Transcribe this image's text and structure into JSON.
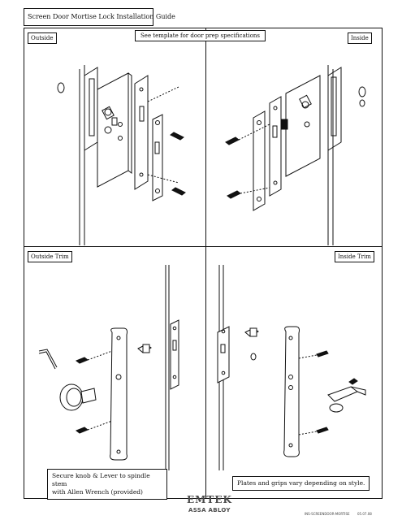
{
  "title": "Screen Door Mortise Lock Installation Guide",
  "panels": {
    "top_left_label": "Outside",
    "top_center_label": "See template for door prep specifications",
    "top_right_label": "Inside",
    "bottom_left_label": "Outside Trim",
    "bottom_right_label": "Inside Trim"
  },
  "notes": {
    "left": "Secure knob & Lever to spindle stem\n with Allen Wrench (provided)",
    "right": "Plates and grips vary depending on style."
  },
  "footer": {
    "brand": "EMTEK",
    "subbrand": "ASSA ABLOY",
    "doc_code": "INS-SCREENDOOR-MORTISE",
    "doc_date": "05.07.08"
  }
}
